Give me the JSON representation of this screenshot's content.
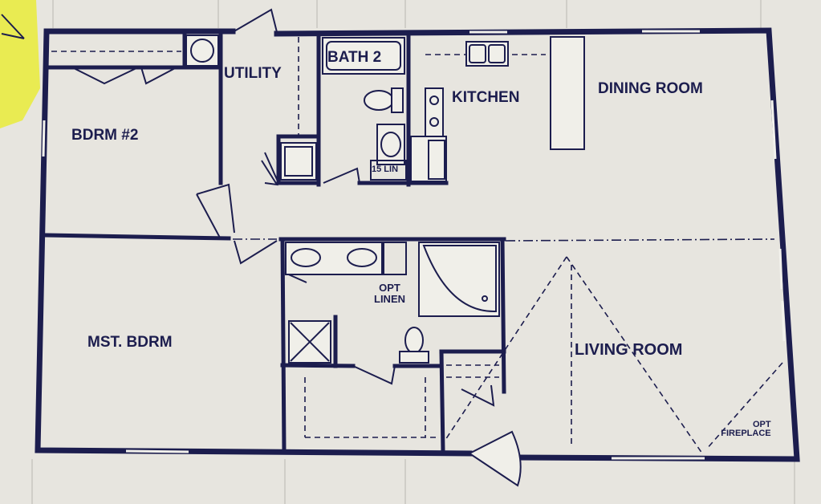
{
  "floor_plan": {
    "rooms": {
      "bedroom_2": "BDRM #2",
      "utility": "UTILITY",
      "bath_2": "BATH 2",
      "kitchen": "KITCHEN",
      "dining_room": "DINING ROOM",
      "master_bedroom": "MST. BDRM",
      "living_room": "LIVING ROOM"
    },
    "annotations": {
      "linen_closet_line1": "OPT",
      "linen_closet_line2": "LINEN",
      "bath_linen": "15 LIN",
      "fireplace_line1": "OPT",
      "fireplace_line2": "FIREPLACE"
    },
    "colors": {
      "ink": "#1c1d4e",
      "paper": "#e7e5df",
      "highlighter": "#e9ec3a"
    }
  }
}
